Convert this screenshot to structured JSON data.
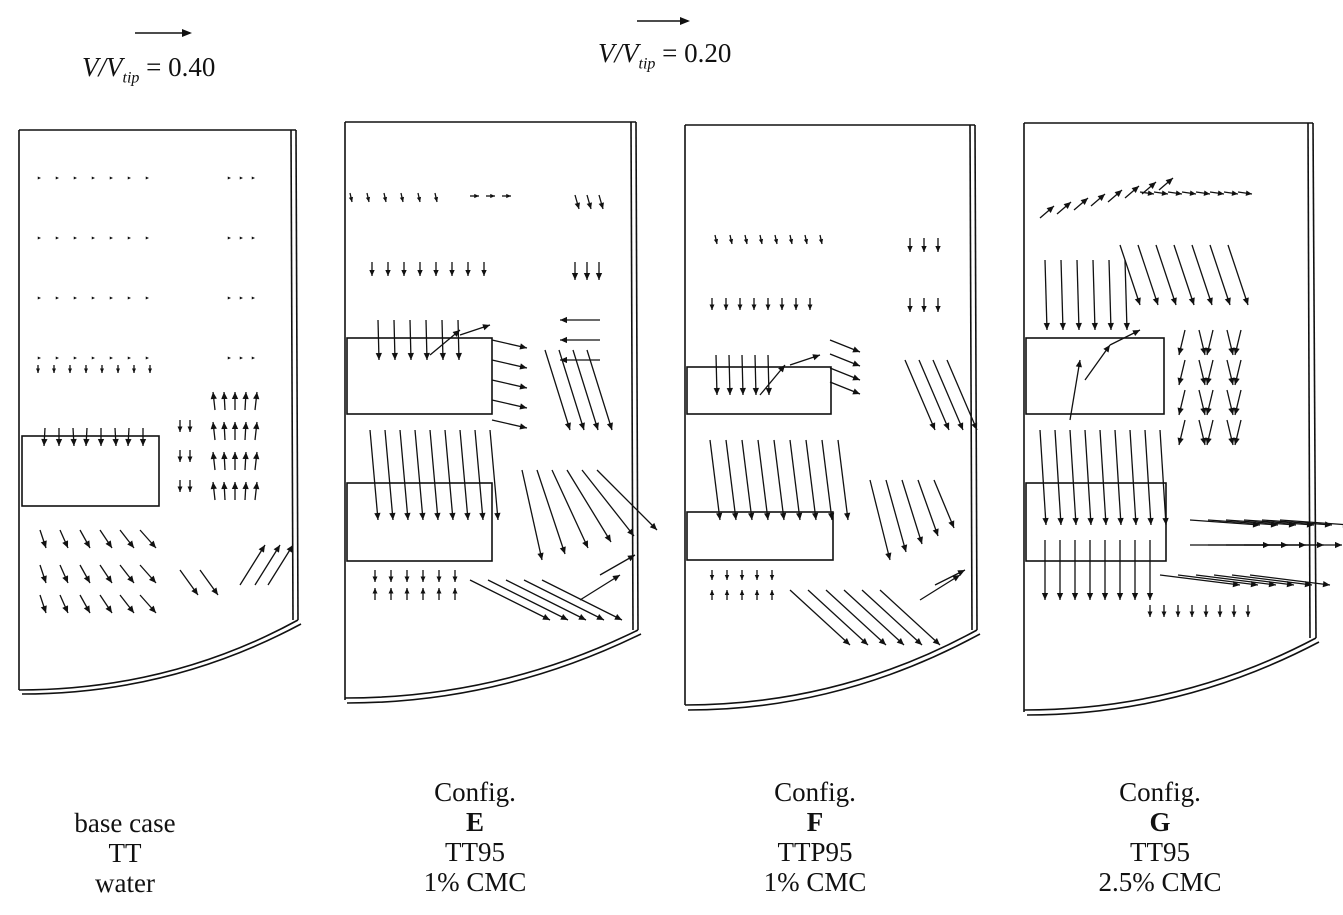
{
  "scale_labels": [
    {
      "v": "V/V",
      "sub": "tip",
      "rest": " = 0.40"
    },
    {
      "v": "V/V",
      "sub": "tip",
      "rest": " = 0.20"
    }
  ],
  "panels": [
    {
      "lines": [
        "base case",
        "TT",
        "water"
      ],
      "bold_index": -1
    },
    {
      "lines": [
        "Config.",
        "E",
        "TT95",
        "1% CMC"
      ],
      "bold_index": 1
    },
    {
      "lines": [
        "Config.",
        "F",
        "TTP95",
        "1% CMC"
      ],
      "bold_index": 1
    },
    {
      "lines": [
        "Config.",
        "G",
        "TT95",
        "2.5% CMC"
      ],
      "bold_index": 1
    }
  ],
  "colors": {
    "ink": "#111111",
    "background": "#ffffff"
  }
}
